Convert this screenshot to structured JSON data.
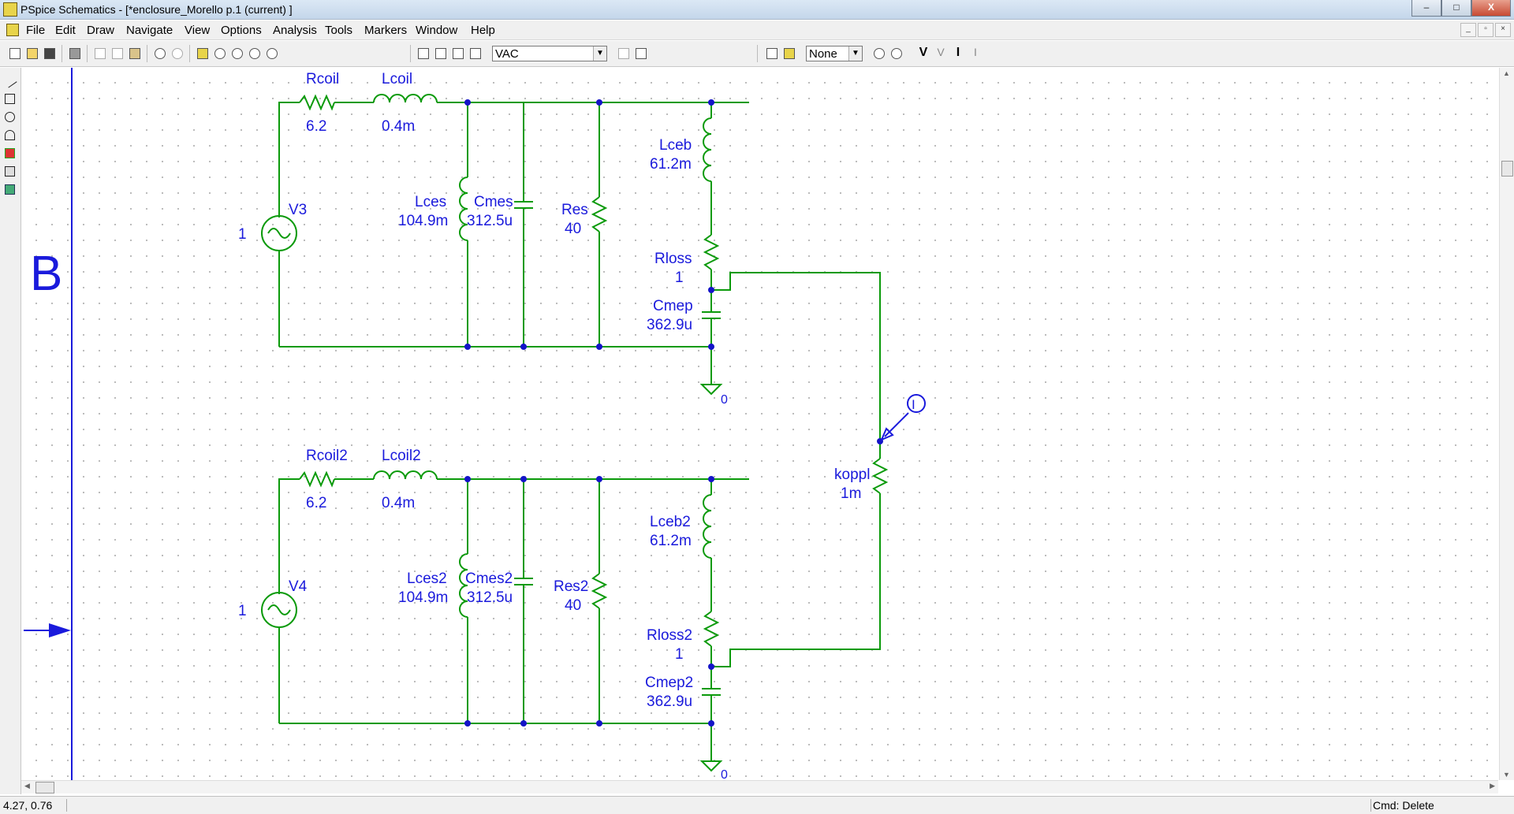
{
  "window": {
    "title": "PSpice Schematics - [*enclosure_Morello  p.1 (current)  ]",
    "controls": {
      "minimize": "–",
      "maximize": "□",
      "close": "X"
    }
  },
  "menubar": {
    "items": [
      "File",
      "Edit",
      "Draw",
      "Navigate",
      "View",
      "Options",
      "Analysis",
      "Tools",
      "Markers",
      "Window",
      "Help"
    ]
  },
  "toolbar": {
    "source_combo": "VAC",
    "marker_combo": "None",
    "icons": [
      "new-icon",
      "open-icon",
      "save-icon",
      "print-icon",
      "cut-icon",
      "copy-icon",
      "paste-icon",
      "undo-icon",
      "redo-icon",
      "redraw-icon",
      "zoom-in-icon",
      "zoom-out-icon",
      "zoom-area-icon",
      "zoom-fit-icon",
      "draw-wire-icon",
      "draw-bus-icon",
      "draw-block-icon",
      "get-part-icon",
      "edit-attributes-icon",
      "edit-symbol-icon",
      "setup-analysis-icon",
      "simulate-icon",
      "enable-bias-display-icon",
      "voltage-marker-icon",
      "current-marker-icon"
    ]
  },
  "left_toolbar": {
    "icons": [
      "line-icon",
      "box-icon",
      "circle-icon",
      "arc-icon",
      "text-icon",
      "insert-picture-icon",
      "graphics-icon"
    ]
  },
  "schematic": {
    "page_label": "B",
    "circuit1": {
      "source": {
        "ref": "V3",
        "value": "1"
      },
      "rcoil": {
        "ref": "Rcoil",
        "value": "6.2"
      },
      "lcoil": {
        "ref": "Lcoil",
        "value": "0.4m"
      },
      "lces": {
        "ref": "Lces",
        "value": "104.9m"
      },
      "cmes": {
        "ref": "Cmes",
        "value": "312.5u"
      },
      "res": {
        "ref": "Res",
        "value": "40"
      },
      "lceb": {
        "ref": "Lceb",
        "value": "61.2m"
      },
      "rloss": {
        "ref": "Rloss",
        "value": "1"
      },
      "cmep": {
        "ref": "Cmep",
        "value": "362.9u"
      },
      "ground": "0"
    },
    "circuit2": {
      "source": {
        "ref": "V4",
        "value": "1"
      },
      "rcoil": {
        "ref": "Rcoil2",
        "value": "6.2"
      },
      "lcoil": {
        "ref": "Lcoil2",
        "value": "0.4m"
      },
      "lces": {
        "ref": "Lces2",
        "value": "104.9m"
      },
      "cmes": {
        "ref": "Cmes2",
        "value": "312.5u"
      },
      "res": {
        "ref": "Res2",
        "value": "40"
      },
      "lceb": {
        "ref": "Lceb2",
        "value": "61.2m"
      },
      "rloss": {
        "ref": "Rloss2",
        "value": "1"
      },
      "cmep": {
        "ref": "Cmep2",
        "value": "362.9u"
      },
      "ground": "0"
    },
    "koppl": {
      "ref": "koppl",
      "value": "1m"
    },
    "current_marker": "I",
    "colors": {
      "wire": "#0b9a0b",
      "label": "#1a1adc",
      "node": "#1414c8"
    }
  },
  "statusbar": {
    "coords": "4.27,  0.76",
    "command": "Cmd: Delete"
  }
}
